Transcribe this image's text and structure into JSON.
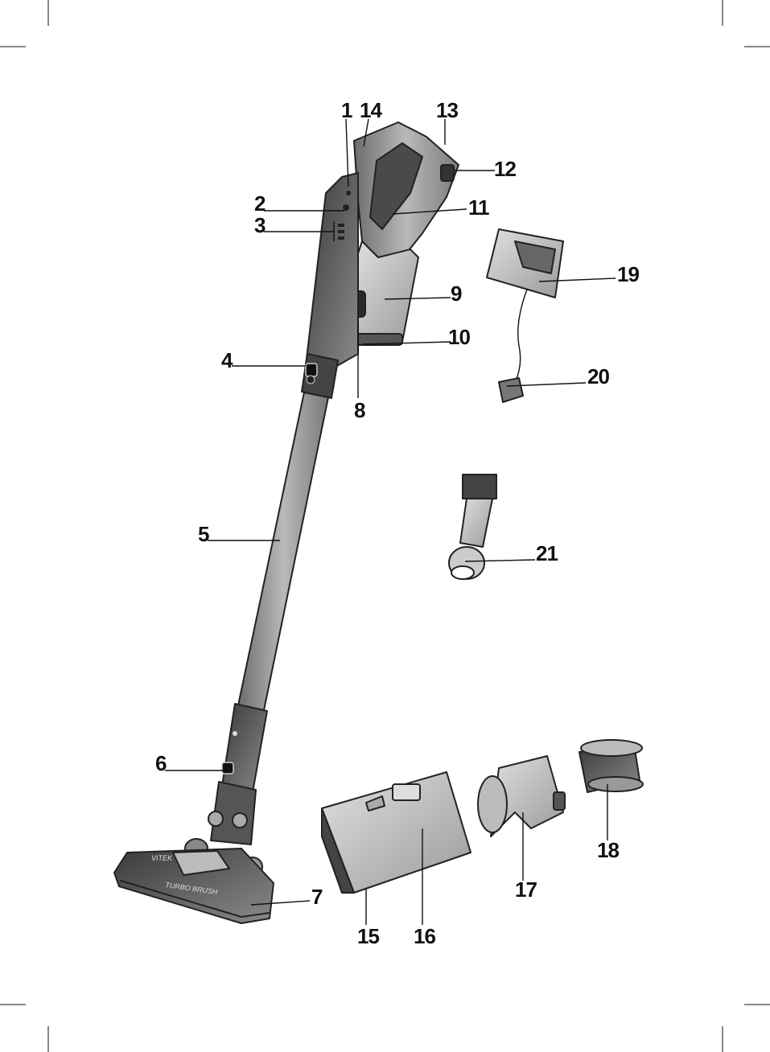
{
  "diagram": {
    "callouts": [
      "1",
      "2",
      "3",
      "4",
      "5",
      "6",
      "7",
      "8",
      "9",
      "10",
      "11",
      "12",
      "13",
      "14",
      "15",
      "16",
      "17",
      "18",
      "19",
      "20",
      "21"
    ],
    "brush_brand": "VITEK",
    "brush_label": "TURBO BRUSH"
  }
}
